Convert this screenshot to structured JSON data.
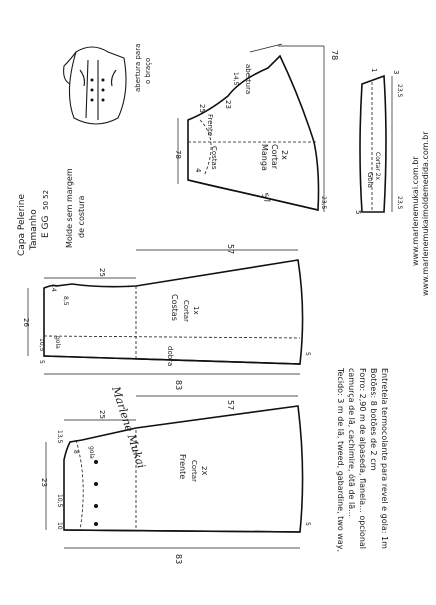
{
  "title": {
    "line1": "Capa Pelerine",
    "line2": "Tamanho",
    "line3": "E GG",
    "sizes": "50 52"
  },
  "note": {
    "line1": "Molde sem margem",
    "line2": "de costura"
  },
  "sketch": {
    "label_line1": "abertura para",
    "label_line2": "o braço"
  },
  "sleeve": {
    "name": "Manga",
    "cut": "Cortar",
    "qty": "2x",
    "front_label": "Frente",
    "back_label": "Costas",
    "opening_label": "abertura",
    "dim_top": "78",
    "dim_side": "78",
    "dim_curve": "57",
    "dim_a": "25",
    "dim_b": "23",
    "dim_c": "14,5",
    "dim_d": "4",
    "dim_e": "23,5"
  },
  "collar": {
    "name": "Gola",
    "cut": "Cortar 2x",
    "dim_top": "23,5",
    "dim_1": "1",
    "dim_3": "3",
    "dim_5": "5",
    "dim_bottom": "23,5"
  },
  "back": {
    "name": "Costas",
    "cut": "Cortar",
    "qty": "1x",
    "fold": "dobra",
    "dim_width": "57",
    "dim_shoulder": "25",
    "dim_neck": "8,5",
    "dim_neck2": "14",
    "dim_height": "26",
    "dim_a": "10,5",
    "dim_hem": "5",
    "dim_length": "83",
    "dim_right": "5",
    "gola_label": "gola"
  },
  "front": {
    "name": "Frente",
    "cut": "Cortar",
    "qty": "2X",
    "dim_width": "57",
    "dim_shoulder": "25",
    "dim_neck": "13,5",
    "dim_neck2": "8",
    "dim_height": "23",
    "dim_a": "10,5",
    "dim_hem": "10",
    "dim_length": "83",
    "dim_right": "5",
    "gola_label": "gola"
  },
  "signature": "Marlene Mukai",
  "materials": {
    "line1": "Tecido: 3 m de lã, tweed, gabardine, two way,",
    "line2": "camurça de lã, cachimire, ótã de lã...",
    "line3": "Forro: 2,90 m de alpaseda, flanela... opcional",
    "line4": "Botões: 8 botões de 2 cm",
    "line5": "Entretela termocolante para revel e gola: 1m"
  },
  "websites": {
    "line1": "www.marlenemukai.com.br",
    "line2": "www.marlenemukaimoldemedida.com.br"
  }
}
